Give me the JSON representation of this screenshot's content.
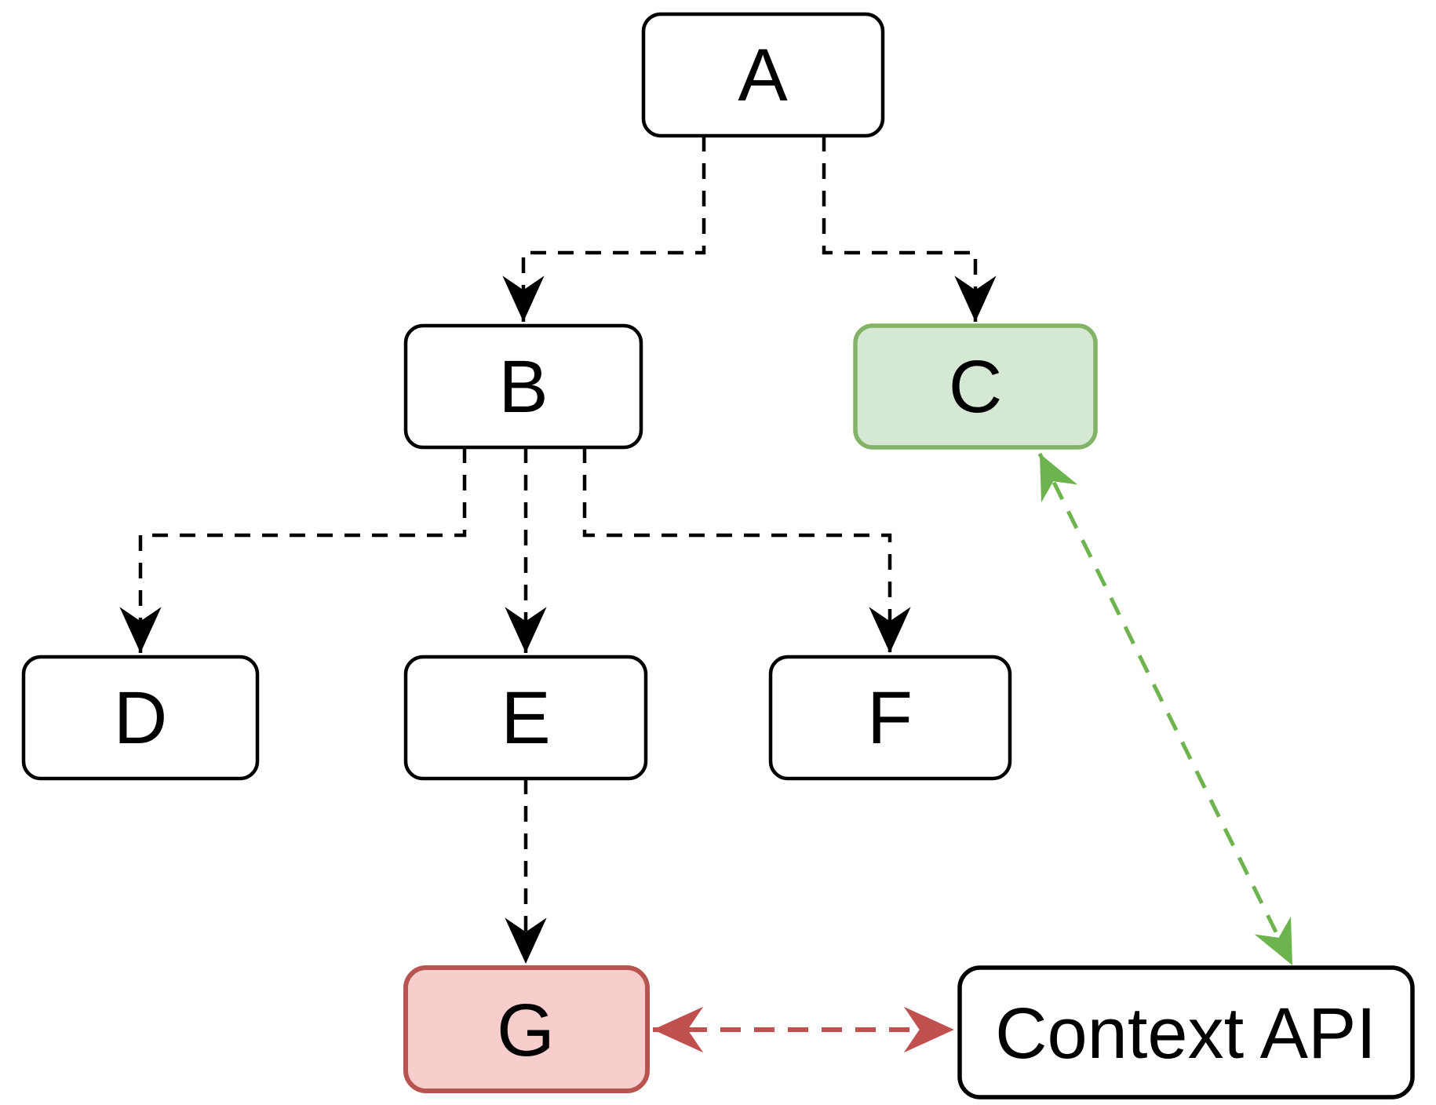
{
  "diagram": {
    "background": "#ffffff",
    "text_color": "#000000",
    "nodes": {
      "a": {
        "label": "A",
        "fill": "#ffffff",
        "stroke": "#000000"
      },
      "b": {
        "label": "B",
        "fill": "#ffffff",
        "stroke": "#000000"
      },
      "c": {
        "label": "C",
        "fill": "#d5e8d4",
        "stroke": "#82b366"
      },
      "d": {
        "label": "D",
        "fill": "#ffffff",
        "stroke": "#000000"
      },
      "e": {
        "label": "E",
        "fill": "#ffffff",
        "stroke": "#000000"
      },
      "f": {
        "label": "F",
        "fill": "#ffffff",
        "stroke": "#000000"
      },
      "g": {
        "label": "G",
        "fill": "#f8cecc",
        "stroke": "#b85450"
      },
      "context": {
        "label": "Context API",
        "fill": "#ffffff",
        "stroke": "#000000"
      }
    },
    "edges": {
      "a_b": {
        "from": "A",
        "to": "B",
        "style": "dashed",
        "direction": "one-way",
        "color": "#000000"
      },
      "a_c": {
        "from": "A",
        "to": "C",
        "style": "dashed",
        "direction": "one-way",
        "color": "#000000"
      },
      "b_d": {
        "from": "B",
        "to": "D",
        "style": "dashed",
        "direction": "one-way",
        "color": "#000000"
      },
      "b_e": {
        "from": "B",
        "to": "E",
        "style": "dashed",
        "direction": "one-way",
        "color": "#000000"
      },
      "b_f": {
        "from": "B",
        "to": "F",
        "style": "dashed",
        "direction": "one-way",
        "color": "#000000"
      },
      "e_g": {
        "from": "E",
        "to": "G",
        "style": "dashed",
        "direction": "one-way",
        "color": "#000000"
      },
      "g_context": {
        "from": "G",
        "to": "Context API",
        "style": "dashed",
        "direction": "two-way",
        "color": "#c0504d"
      },
      "c_context": {
        "from": "C",
        "to": "Context API",
        "style": "dashed",
        "direction": "two-way",
        "color": "#6eb44e"
      }
    }
  }
}
